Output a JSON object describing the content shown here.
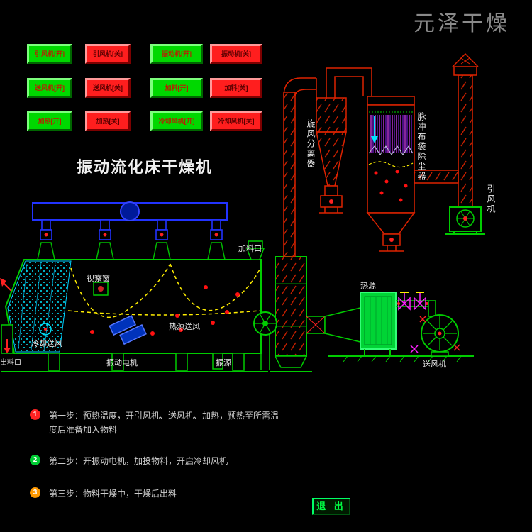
{
  "watermark": "元泽干燥",
  "title": "振动流化床干燥机",
  "buttons": [
    {
      "label": "引风机[开]",
      "state": "on"
    },
    {
      "label": "引风机[关]",
      "state": "off"
    },
    {
      "label": "振动机[开]",
      "state": "on"
    },
    {
      "label": "振动机[关]",
      "state": "off"
    },
    {
      "label": "送风机[开]",
      "state": "on"
    },
    {
      "label": "送风机[关]",
      "state": "off"
    },
    {
      "label": "加料[开]",
      "state": "on"
    },
    {
      "label": "加料[关]",
      "state": "off"
    },
    {
      "label": "加热[开]",
      "state": "on"
    },
    {
      "label": "加热[关]",
      "state": "off"
    },
    {
      "label": "冷却风机[开]",
      "state": "on"
    },
    {
      "label": "冷却风机[关]",
      "state": "off"
    }
  ],
  "diagram_labels": {
    "inspection_window": "视察窗",
    "feed_port": "加料口",
    "cooling_air": "冷却送风",
    "hot_air": "热源送风",
    "vibration_motor": "振动电机",
    "vibration_source": "振源",
    "discharge_port": "出料口",
    "cyclone": "旋风分离器",
    "bag_filter": "脉冲布袋除尘器",
    "induced_fan": "引风机",
    "heat_source": "热源",
    "blower": "送风机"
  },
  "steps": [
    {
      "num": "1",
      "color": "#ff2222",
      "text": "第一步：预热温度，开引风机、送风机、加热，预热至所需温度后准备加入物料"
    },
    {
      "num": "2",
      "color": "#00cc33",
      "text": "第二步：开振动电机，加投物料，开启冷却风机"
    },
    {
      "num": "3",
      "color": "#ff9900",
      "text": "第三步：物料干燥中，干燥后出料"
    }
  ],
  "exit_button": "退 出",
  "colors": {
    "on_button": "#00d800",
    "off_button": "#ff1e1e",
    "diagram_green": "#00cc00",
    "diagram_red": "#dd2200",
    "accent_cyan": "#00e5ff",
    "accent_magenta": "#ff22ff",
    "accent_yellow": "#ffee00",
    "accent_blue": "#2233ff",
    "background": "#000000"
  }
}
